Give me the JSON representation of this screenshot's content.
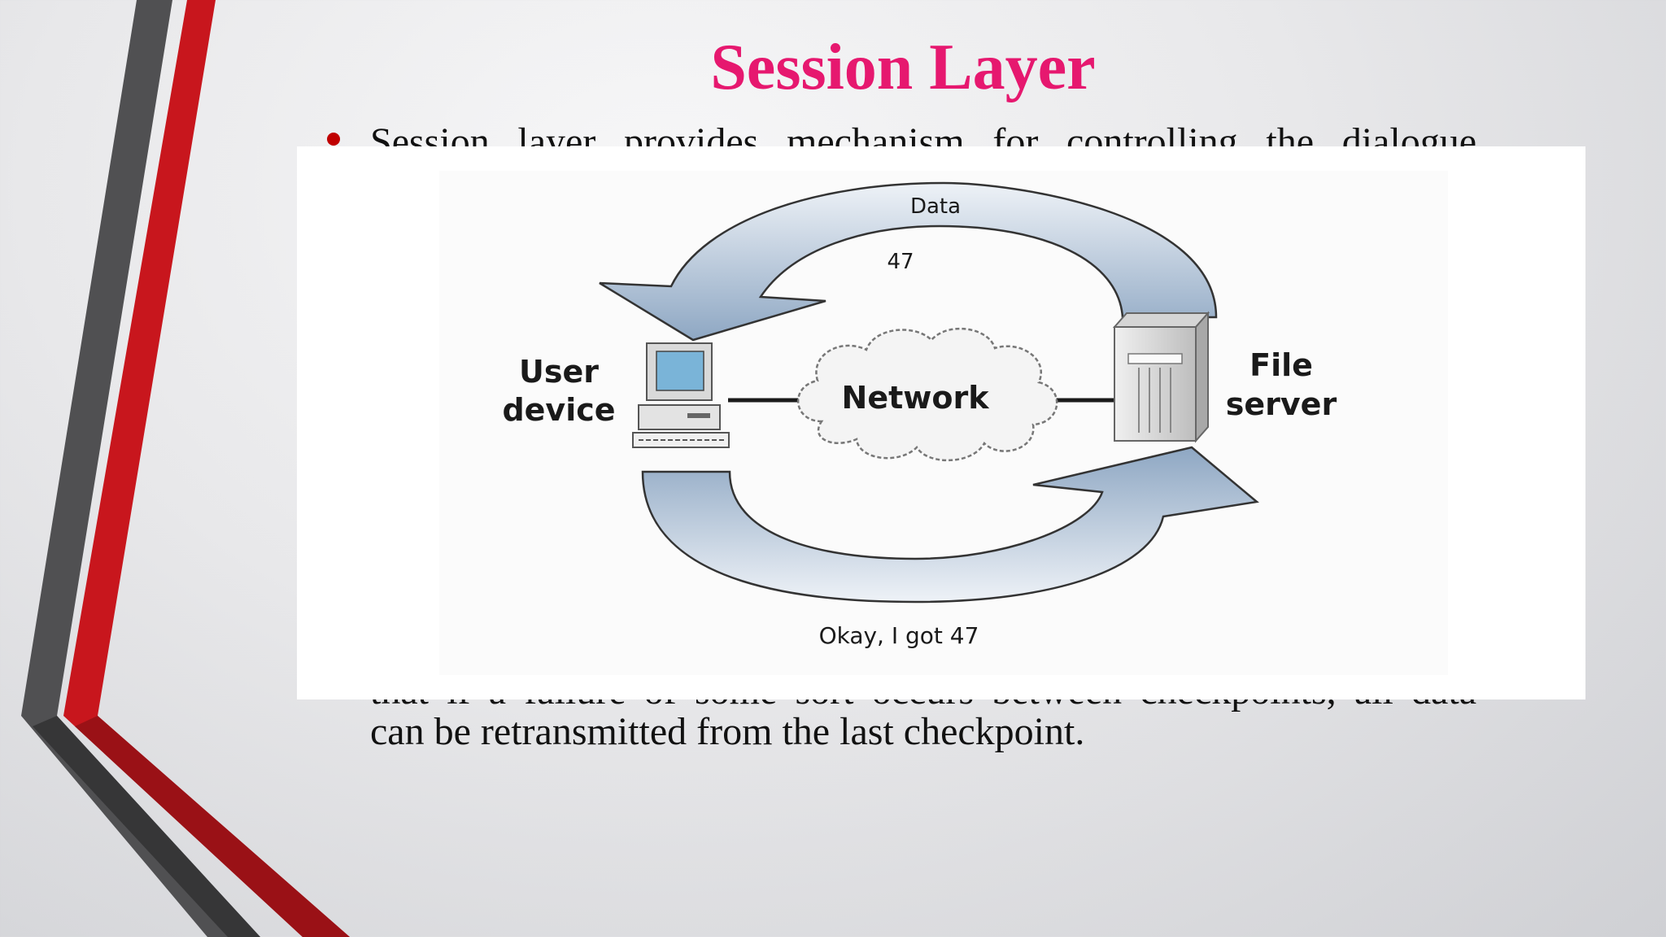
{
  "slide": {
    "title": "Session Layer",
    "bullet": {
      "line1": "Session layer provides mechanism for controlling the dialogue",
      "line2": "that if a failure of some sort occurs between checkpoints, all data",
      "line3": "can be retransmitted from the last checkpoint."
    },
    "colors": {
      "title": "#e6186f",
      "bullet": "#c00000",
      "accent_red": "#c8161d",
      "accent_gray": "#4a4a4c"
    }
  },
  "diagram": {
    "top_arrow_label": "Data",
    "data_value": "47",
    "left_node_line1": "User",
    "left_node_line2": "device",
    "center_label": "Network",
    "right_node_line1": "File",
    "right_node_line2": "server",
    "bottom_arrow_label": "Okay, I got 47",
    "icons": [
      "computer-icon",
      "file-server-icon",
      "network-cloud-icon"
    ]
  }
}
